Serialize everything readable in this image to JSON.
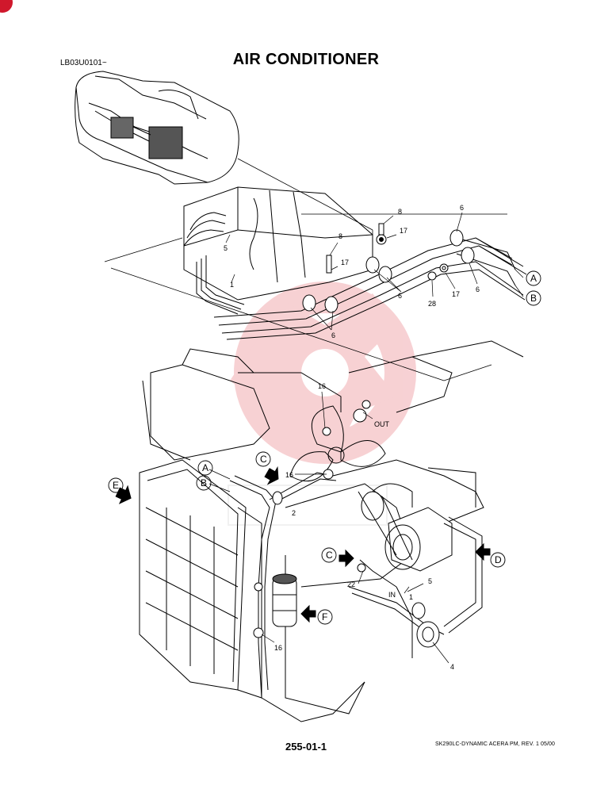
{
  "header": {
    "title": "AIR CONDITIONER",
    "doc_code": "LB03U0101~"
  },
  "footer": {
    "page_number": "255-01-1",
    "reference": "SK290LC-DYNAMIC ACERA PM, REV. 1 05/00"
  },
  "watermark": {
    "color": "#f6c9cc"
  },
  "callouts": [
    {
      "id": "c5a",
      "label": "5"
    },
    {
      "id": "c1a",
      "label": "1"
    },
    {
      "id": "c8a",
      "label": "8"
    },
    {
      "id": "c17a",
      "label": "17"
    },
    {
      "id": "c8b",
      "label": "8"
    },
    {
      "id": "c17b",
      "label": "17"
    },
    {
      "id": "c6a",
      "label": "6"
    },
    {
      "id": "c6b",
      "label": "6"
    },
    {
      "id": "c6c",
      "label": "6"
    },
    {
      "id": "c28",
      "label": "28"
    },
    {
      "id": "c17c",
      "label": "17"
    },
    {
      "id": "c6d",
      "label": "6"
    },
    {
      "id": "c16a",
      "label": "16"
    },
    {
      "id": "cout",
      "label": "OUT"
    },
    {
      "id": "c16b",
      "label": "16"
    },
    {
      "id": "c2",
      "label": "2"
    },
    {
      "id": "c22",
      "label": "22"
    },
    {
      "id": "cin",
      "label": "IN"
    },
    {
      "id": "c1b",
      "label": "1"
    },
    {
      "id": "c5b",
      "label": "5"
    },
    {
      "id": "c16c",
      "label": "16"
    },
    {
      "id": "c4",
      "label": "4"
    }
  ],
  "view_markers": [
    {
      "id": "A1",
      "label": "A"
    },
    {
      "id": "B1",
      "label": "B"
    },
    {
      "id": "A2",
      "label": "A"
    },
    {
      "id": "B2",
      "label": "B"
    },
    {
      "id": "C1",
      "label": "C"
    },
    {
      "id": "C2",
      "label": "C"
    },
    {
      "id": "D",
      "label": "D"
    },
    {
      "id": "E",
      "label": "E"
    },
    {
      "id": "F",
      "label": "F"
    }
  ]
}
